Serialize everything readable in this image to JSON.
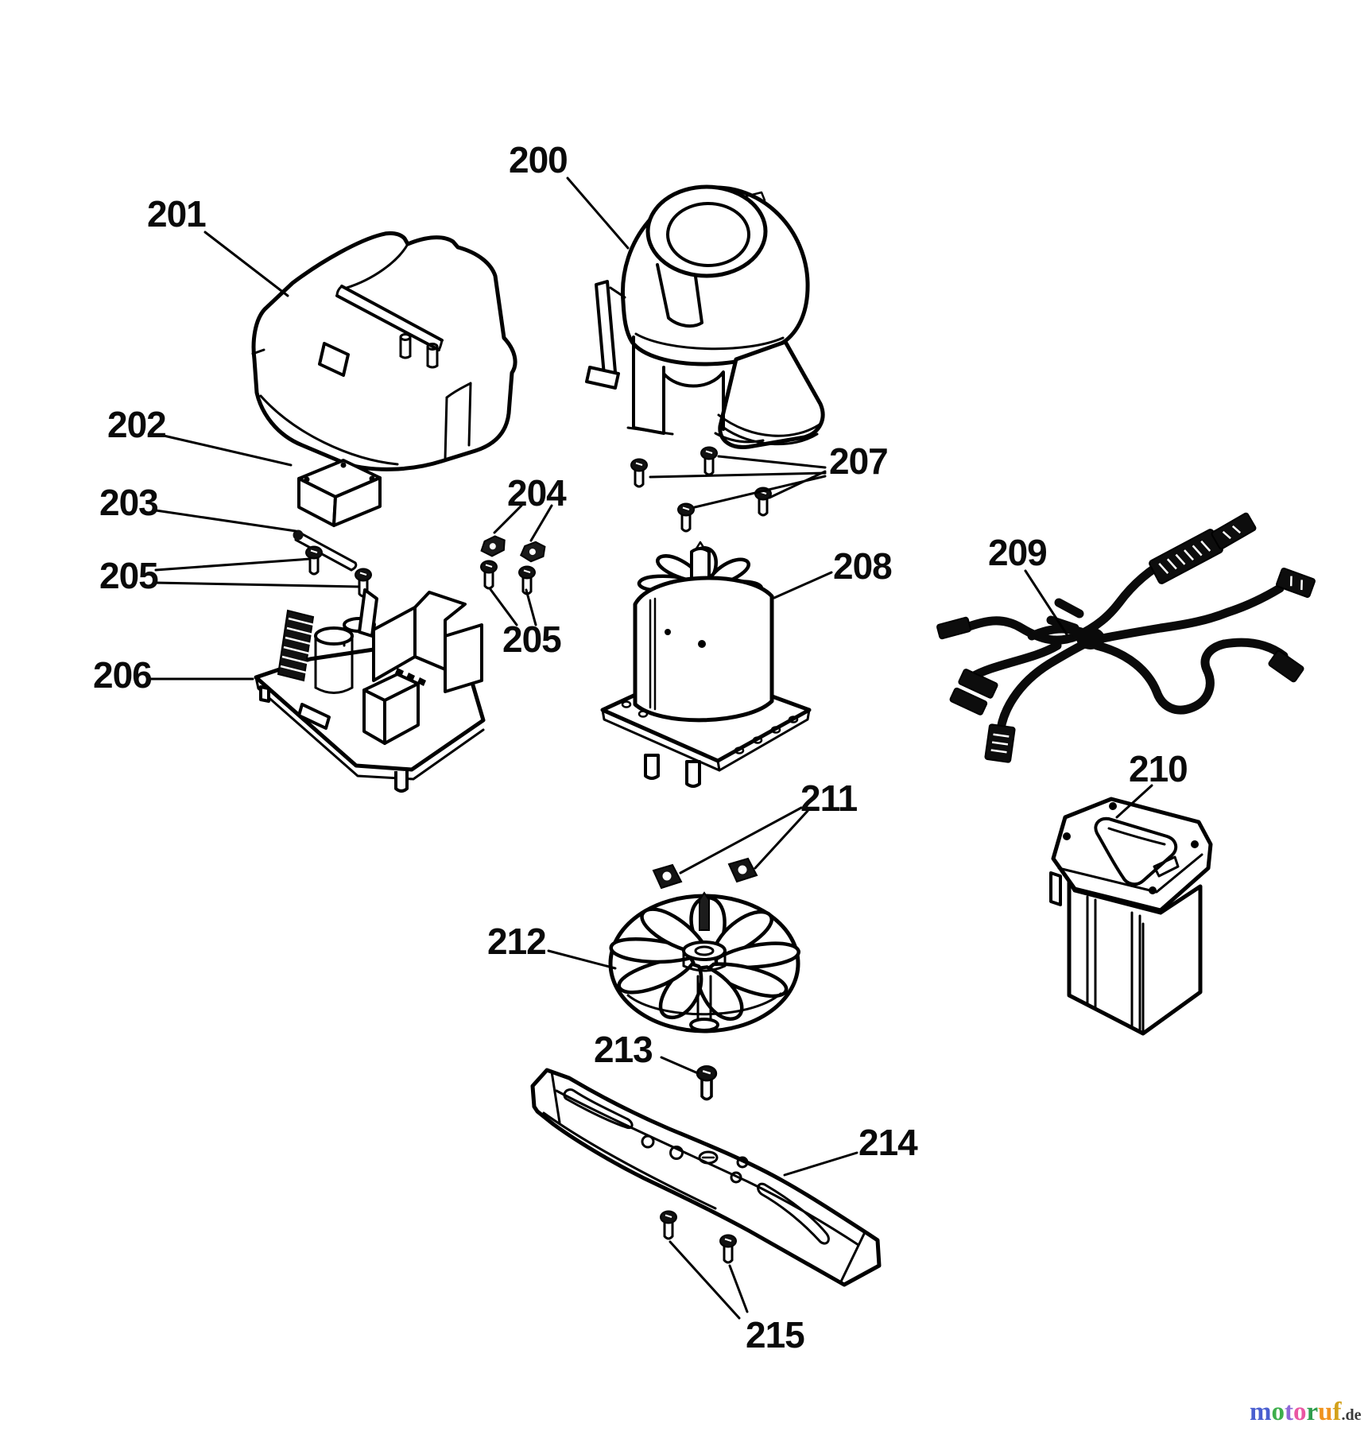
{
  "diagram": {
    "background": "#ffffff",
    "line_color": "#000000",
    "label_color": "#0a0a0a",
    "labels": {
      "l200": "200",
      "l201": "201",
      "l202": "202",
      "l203": "203",
      "l204": "204",
      "l205_left": "205",
      "l205_center": "205",
      "l206": "206",
      "l207": "207",
      "l208": "208",
      "l209": "209",
      "l210": "210",
      "l211": "211",
      "l212": "212",
      "l213": "213",
      "l214": "214",
      "l215": "215"
    }
  },
  "watermark": {
    "letters": [
      {
        "char": "m",
        "color": "#4a5fd0"
      },
      {
        "char": "o",
        "color": "#3dae4c"
      },
      {
        "char": "t",
        "color": "#8d68d8"
      },
      {
        "char": "o",
        "color": "#ea57a3"
      },
      {
        "char": "r",
        "color": "#2f9e4c"
      },
      {
        "char": "u",
        "color": "#f0931f"
      },
      {
        "char": "f",
        "color": "#d3a11a"
      }
    ],
    "suffix": ".de",
    "suffix_color": "#3a3a3a"
  }
}
